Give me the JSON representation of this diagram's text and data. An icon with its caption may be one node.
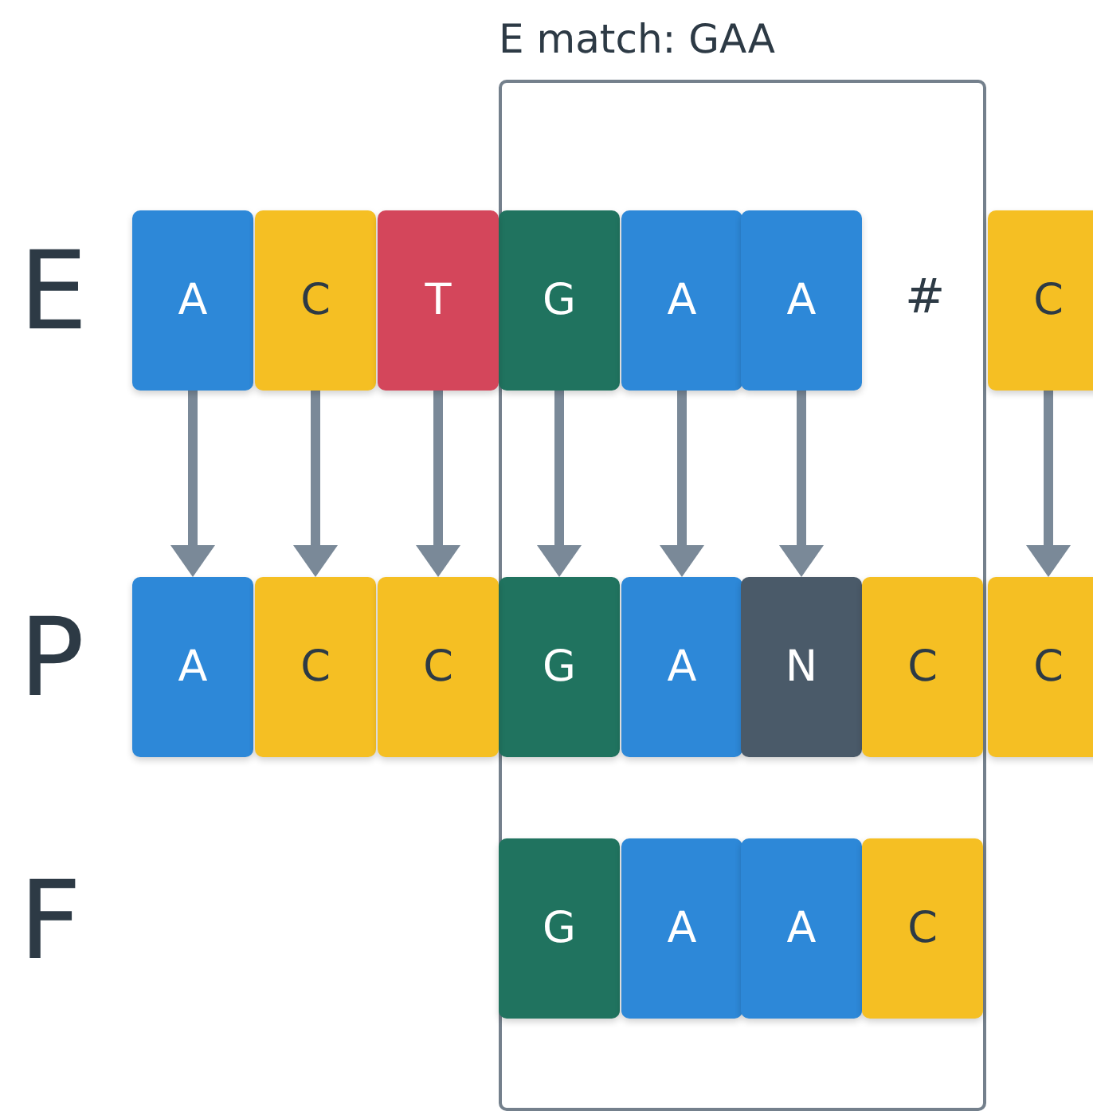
{
  "diagram": {
    "nodes": [
      {
        "text": [
          "E match: GAA"
        ]
      },
      {
        "text": [
          "A"
        ]
      },
      {
        "text": [
          "C"
        ]
      },
      {
        "text": [
          "T"
        ]
      },
      {
        "text": [
          "G"
        ],
        "in": 0
      },
      {
        "text": [
          "A"
        ],
        "in": 0
      },
      {
        "text": [
          "A"
        ],
        "in": 0
      },
      {
        "text": [
          "C"
        ]
      },
      {
        "text": [
          "A"
        ]
      },
      {
        "text": [
          "C"
        ]
      },
      {
        "text": [
          "C"
        ]
      },
      {
        "text": [
          "G"
        ],
        "in": 0
      },
      {
        "text": [
          "A"
        ],
        "in": 0
      },
      {
        "text": [
          "N"
        ],
        "in": 0
      },
      {
        "text": [
          "C"
        ],
        "in": 0
      },
      {
        "text": [
          "C"
        ]
      },
      {
        "text": [
          "G"
        ],
        "in": 0
      },
      {
        "text": [
          "A"
        ],
        "in": 0
      },
      {
        "text": [
          "A"
        ],
        "in": 0
      },
      {
        "text": [
          "C"
        ],
        "in": 0
      }
    ],
    "edges": [
      {
        "from": 1,
        "to": 8,
        "arrow": "to"
      },
      {
        "from": 2,
        "to": 9,
        "arrow": "to"
      },
      {
        "from": 3,
        "to": 10,
        "arrow": "to"
      },
      {
        "from": 4,
        "to": 11,
        "arrow": "to"
      },
      {
        "from": 5,
        "to": 12,
        "arrow": "to"
      },
      {
        "from": 6,
        "to": 13,
        "arrow": "to"
      },
      {
        "from": 7,
        "to": 15,
        "arrow": "to"
      }
    ],
    "labels": [
      "E",
      "#",
      "P",
      "F"
    ]
  }
}
